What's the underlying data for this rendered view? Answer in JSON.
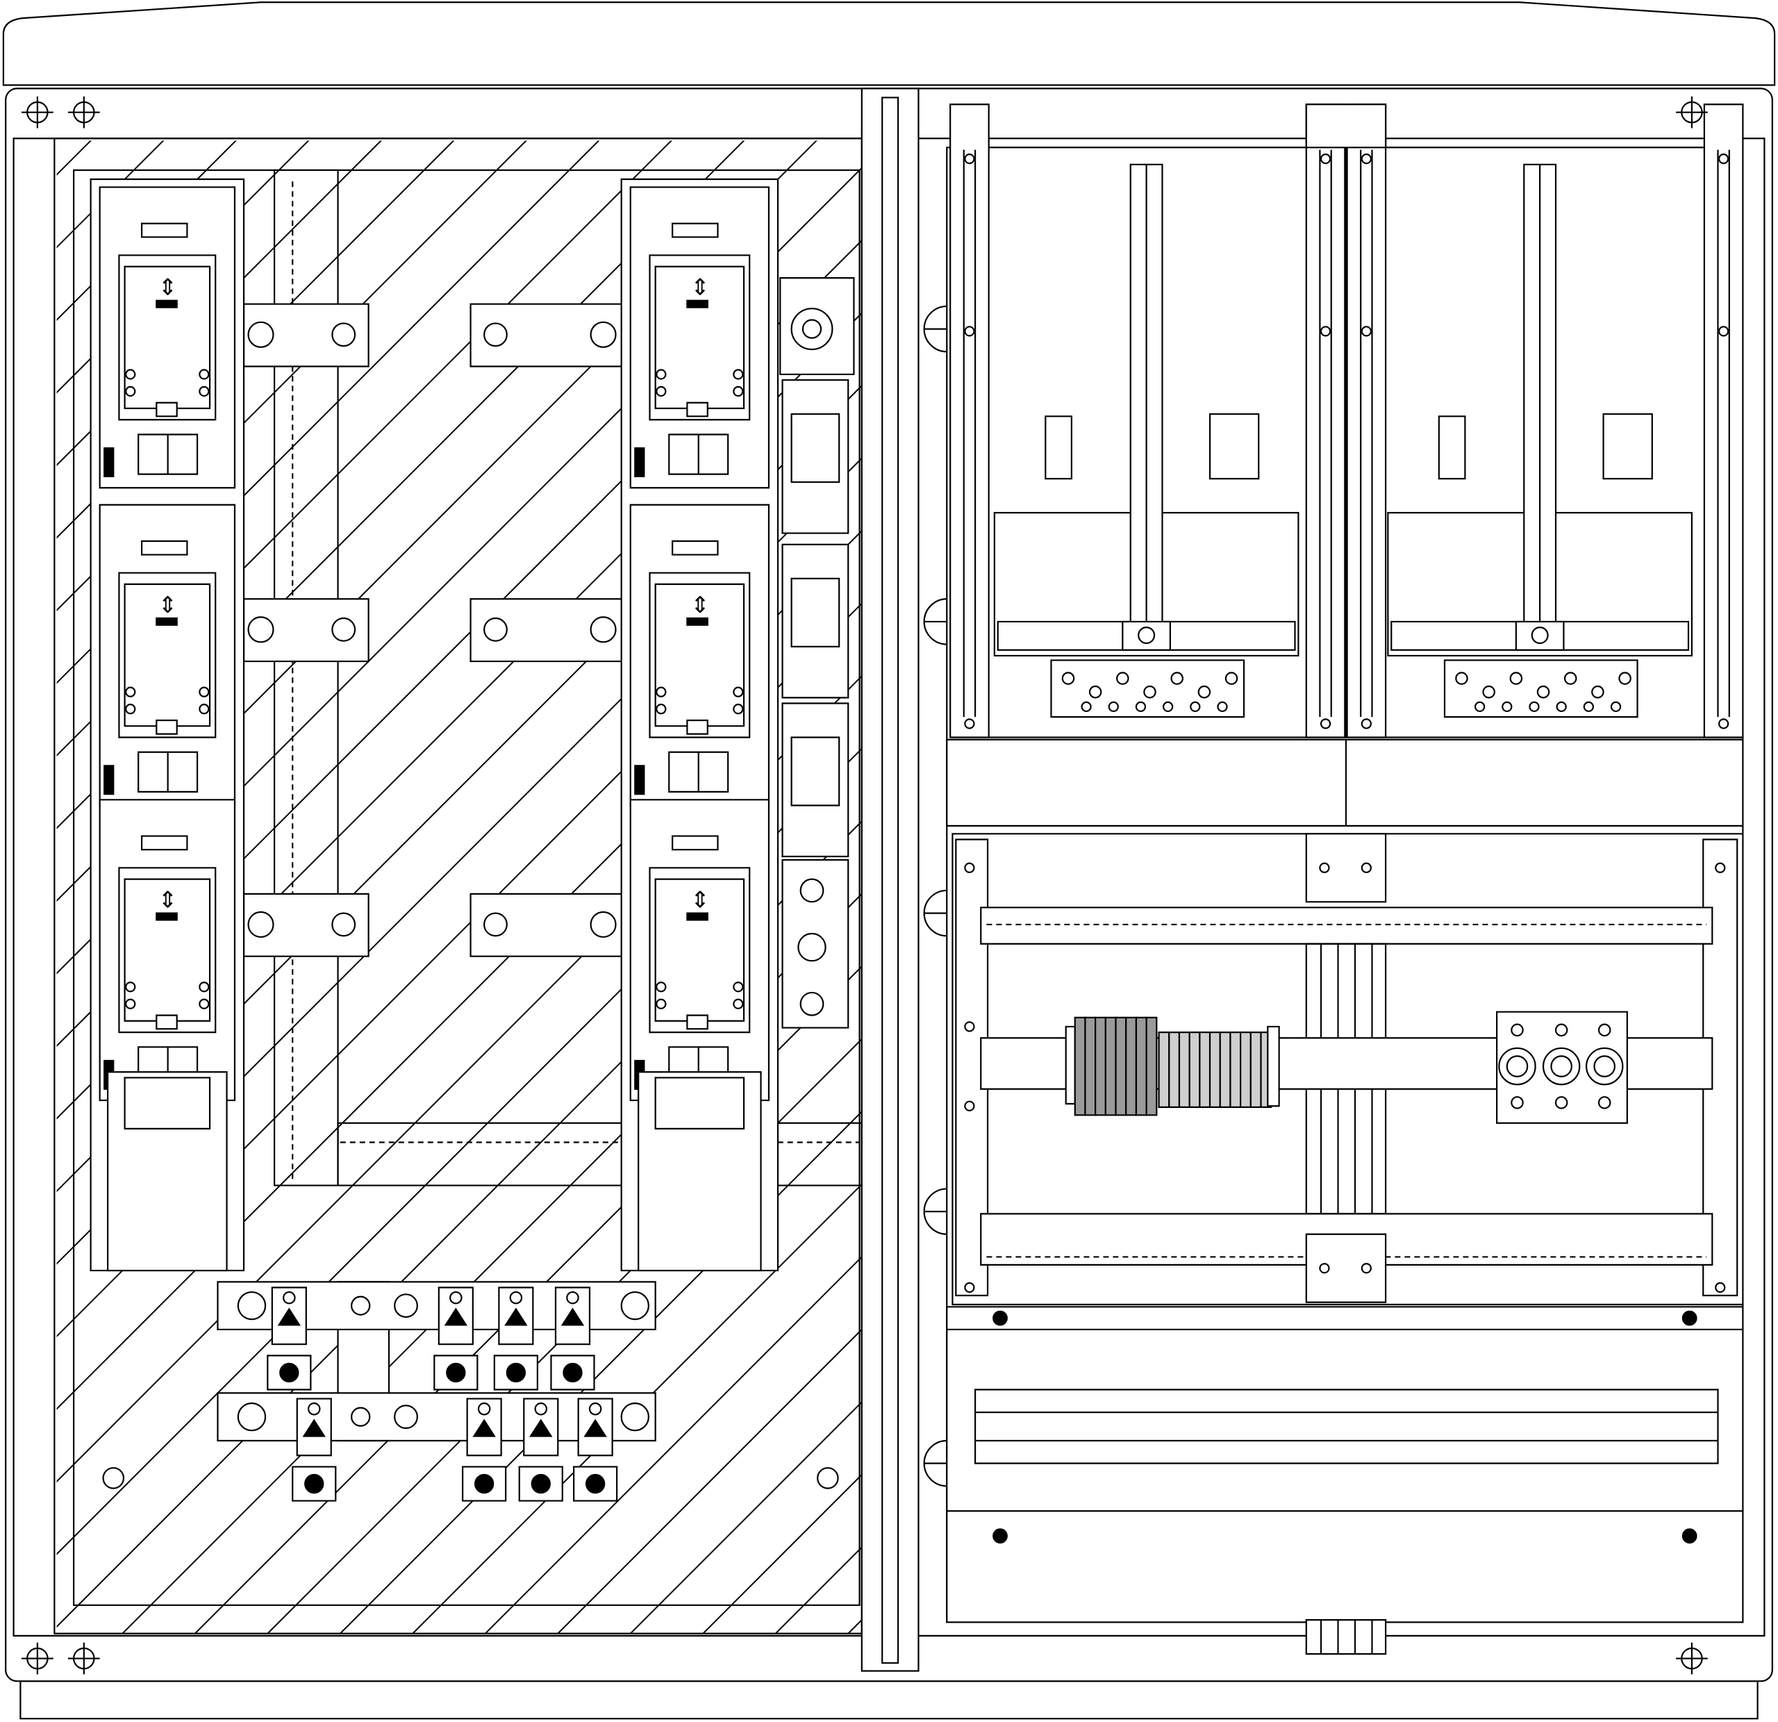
{
  "colors": {
    "stroke": "#000000",
    "background": "#ffffff",
    "terminal_dark": "#9a9a9a",
    "terminal_light": "#cfcfcf"
  },
  "components": {
    "fuse_switch_columns": 2,
    "fuse_units_per_column": 3,
    "meter_fields": 2,
    "busbar_clamps_upper": 4,
    "busbar_clamps_lower": 4
  }
}
